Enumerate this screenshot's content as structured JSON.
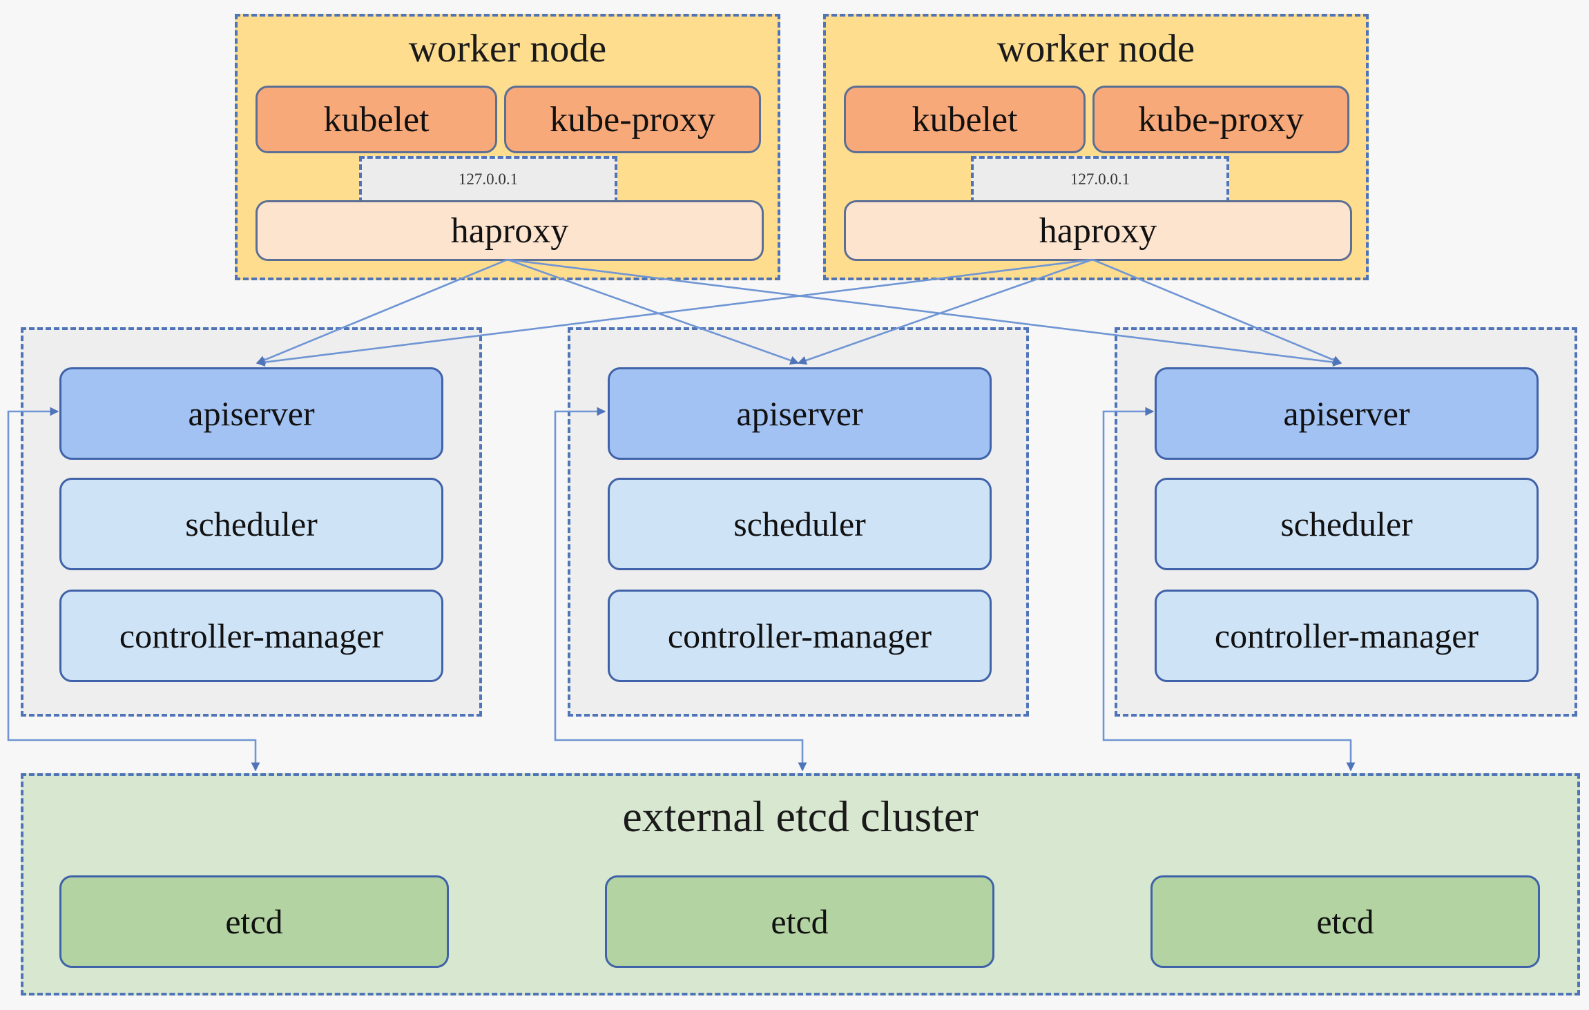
{
  "worker_nodes": [
    {
      "title": "worker node",
      "kubelet": "kubelet",
      "kube_proxy": "kube-proxy",
      "loopback": "127.0.0.1",
      "haproxy": "haproxy"
    },
    {
      "title": "worker node",
      "kubelet": "kubelet",
      "kube_proxy": "kube-proxy",
      "loopback": "127.0.0.1",
      "haproxy": "haproxy"
    }
  ],
  "master_nodes": [
    {
      "apiserver": "apiserver",
      "scheduler": "scheduler",
      "controller_manager": "controller-manager"
    },
    {
      "apiserver": "apiserver",
      "scheduler": "scheduler",
      "controller_manager": "controller-manager"
    },
    {
      "apiserver": "apiserver",
      "scheduler": "scheduler",
      "controller_manager": "controller-manager"
    }
  ],
  "etcd_cluster": {
    "title": "external etcd cluster",
    "members": [
      "etcd",
      "etcd",
      "etcd"
    ]
  },
  "colors": {
    "worker_bg": "#fedd8f",
    "component_orange": "#f8a97a",
    "haproxy_bg": "#fde4cf",
    "master_bg": "#eeeeee",
    "apiserver_blue": "#a2c2f4",
    "component_light_blue": "#cfe3f7",
    "etcd_cluster_bg": "#d7e7d0",
    "etcd_green": "#b3d3a2",
    "dashed_border": "#4f74b8",
    "connector": "#5b82c9"
  }
}
